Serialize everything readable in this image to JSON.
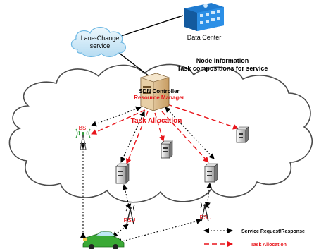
{
  "labels": {
    "data_center": "Data Center",
    "lane_change_line1": "Lane-Change",
    "lane_change_line2": "service",
    "node_info_line1": "Node information",
    "node_info_line2": "Task compositions for service",
    "sdn_controller": "SDN Controller",
    "resource_manager": "Resource Manager",
    "task_allocation": "Task Allocation",
    "bs": "BS",
    "rsu_left": "RSU",
    "rsu_right": "RSU"
  },
  "legend": {
    "service_request": "Service Request/Response",
    "task_allocation": "Task Allocation"
  },
  "colors": {
    "red": "#e8141a",
    "black": "#000000",
    "cloud_blue_light": "#dff1fb",
    "cloud_blue_dark": "#6fb8e3",
    "building_blue": "#1f7bd0",
    "server_tan": "#d9b98a",
    "car_green": "#3aa935",
    "bs_green": "#2e9a3a"
  },
  "icons": [
    "data-center-icon",
    "cloud-icon",
    "sdn-controller-server-icon",
    "server-icon",
    "base-station-icon",
    "rsu-antenna-icon",
    "car-icon"
  ]
}
